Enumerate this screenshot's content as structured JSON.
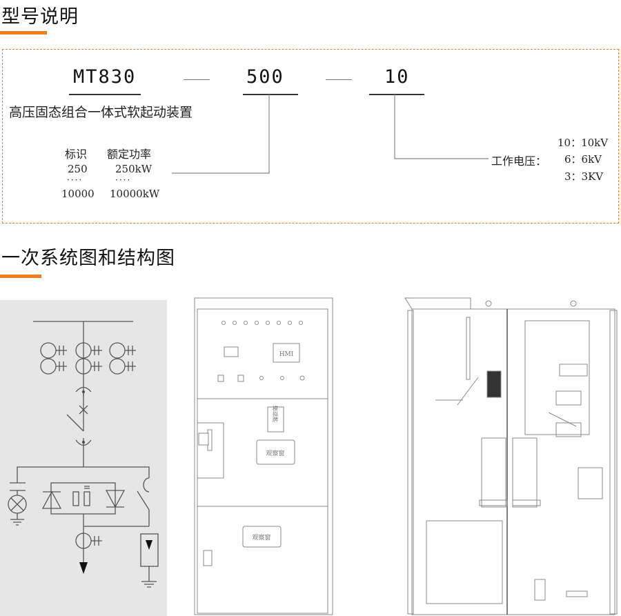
{
  "section1": {
    "title": "型号说明",
    "model": {
      "code": "MT830",
      "separator": "—",
      "power": "500",
      "voltage": "10",
      "product_name": "高压固态组合一体式软起动装置",
      "power_table": {
        "col_id": "标识",
        "col_power": "额定功率",
        "rows": [
          {
            "id": "250",
            "power": "250kW"
          },
          {
            "id": "····",
            "power": "····"
          },
          {
            "id": "10000",
            "power": "10000kW"
          }
        ]
      },
      "voltage_label": "工作电压：",
      "voltage_options": [
        "10：10kV",
        "6：6kV",
        "3：3KV"
      ]
    }
  },
  "section2": {
    "title": "一次系统图和结构图",
    "front_view": {
      "hmi_label": "HMI",
      "mimic_label": "模拟牌",
      "window_label_1": "观察窗",
      "window_label_2": "观察窗"
    }
  },
  "colors": {
    "accent": "#f07d1e",
    "diagram_bg": "#e6e6e6",
    "line": "#555555"
  }
}
